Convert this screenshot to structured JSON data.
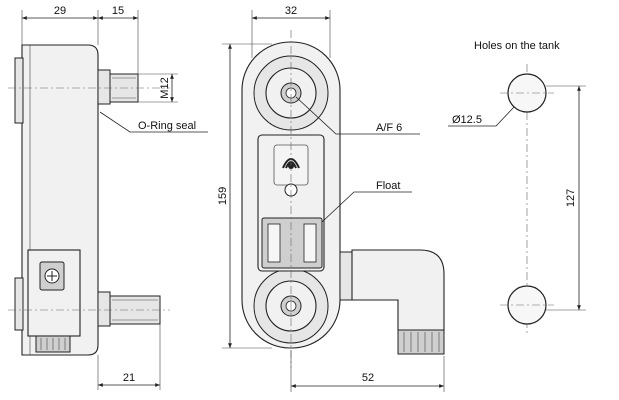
{
  "dimensions": {
    "side_body_width": "29",
    "thread_length_top": "15",
    "thread_size": "M12",
    "thread_length_bottom": "21",
    "front_width": "32",
    "overall_height": "159",
    "overall_depth": "52",
    "hole_diameter": "Ø12.5",
    "hole_spacing": "127"
  },
  "callouts": {
    "oring": "O-Ring seal",
    "af": "A/F 6",
    "float": "Float"
  },
  "titles": {
    "holes": "Holes on the tank"
  }
}
